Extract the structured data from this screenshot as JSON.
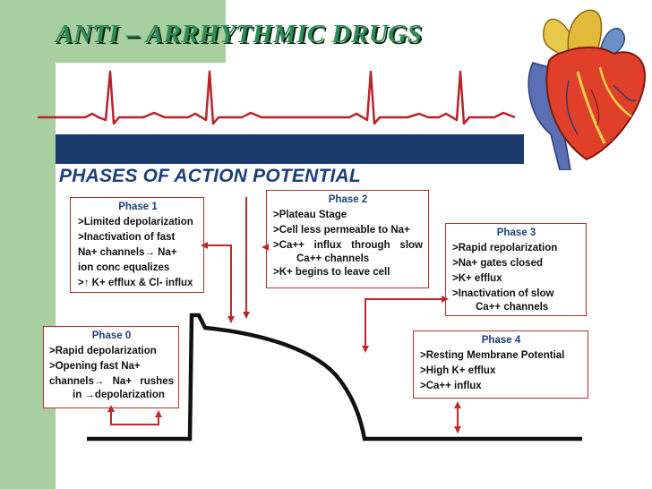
{
  "title": "ANTI – ARRHYTHMIC  DRUGS",
  "subtitle": "PHASES OF ACTION POTENTIAL",
  "phase1": {
    "heading": "Phase 1",
    "lines": [
      ">Limited depolarization",
      ">Inactivation of  fast",
      "Na+ channels→ Na+",
      "ion conc equalizes",
      ">↑ K+ efflux & Cl- influx"
    ]
  },
  "phase2": {
    "heading": "Phase 2",
    "lines": [
      ">Plateau Stage",
      ">Cell less permeable to Na+",
      ">Ca++  influx  through  slow",
      "Ca++ channels",
      ">K+ begins to leave cell"
    ]
  },
  "phase3": {
    "heading": "Phase 3",
    "lines": [
      ">Rapid repolarization",
      ">Na+ gates closed",
      ">K+ efflux",
      ">Inactivation of slow",
      "Ca++ channels"
    ]
  },
  "phase0": {
    "heading": "Phase 0",
    "lines": [
      ">Rapid depolarization",
      ">Opening fast Na+",
      "channels→  Na+  rushes",
      "in →depolarization"
    ]
  },
  "phase4": {
    "heading": "Phase 4",
    "lines": [
      ">Resting Membrane Potential",
      ">High K+ efflux",
      ">Ca++ influx"
    ]
  },
  "colors": {
    "accent_green": "#a7cf9f",
    "title_green": "#2e8b57",
    "banner_blue": "#1b3a6a",
    "heading_blue": "#1c3f7c",
    "arrow_red": "#c0282a",
    "ecg_red": "#b8232b"
  },
  "icons": {
    "heart": "anatomical-heart-illustration",
    "ecg": "ecg-trace"
  }
}
